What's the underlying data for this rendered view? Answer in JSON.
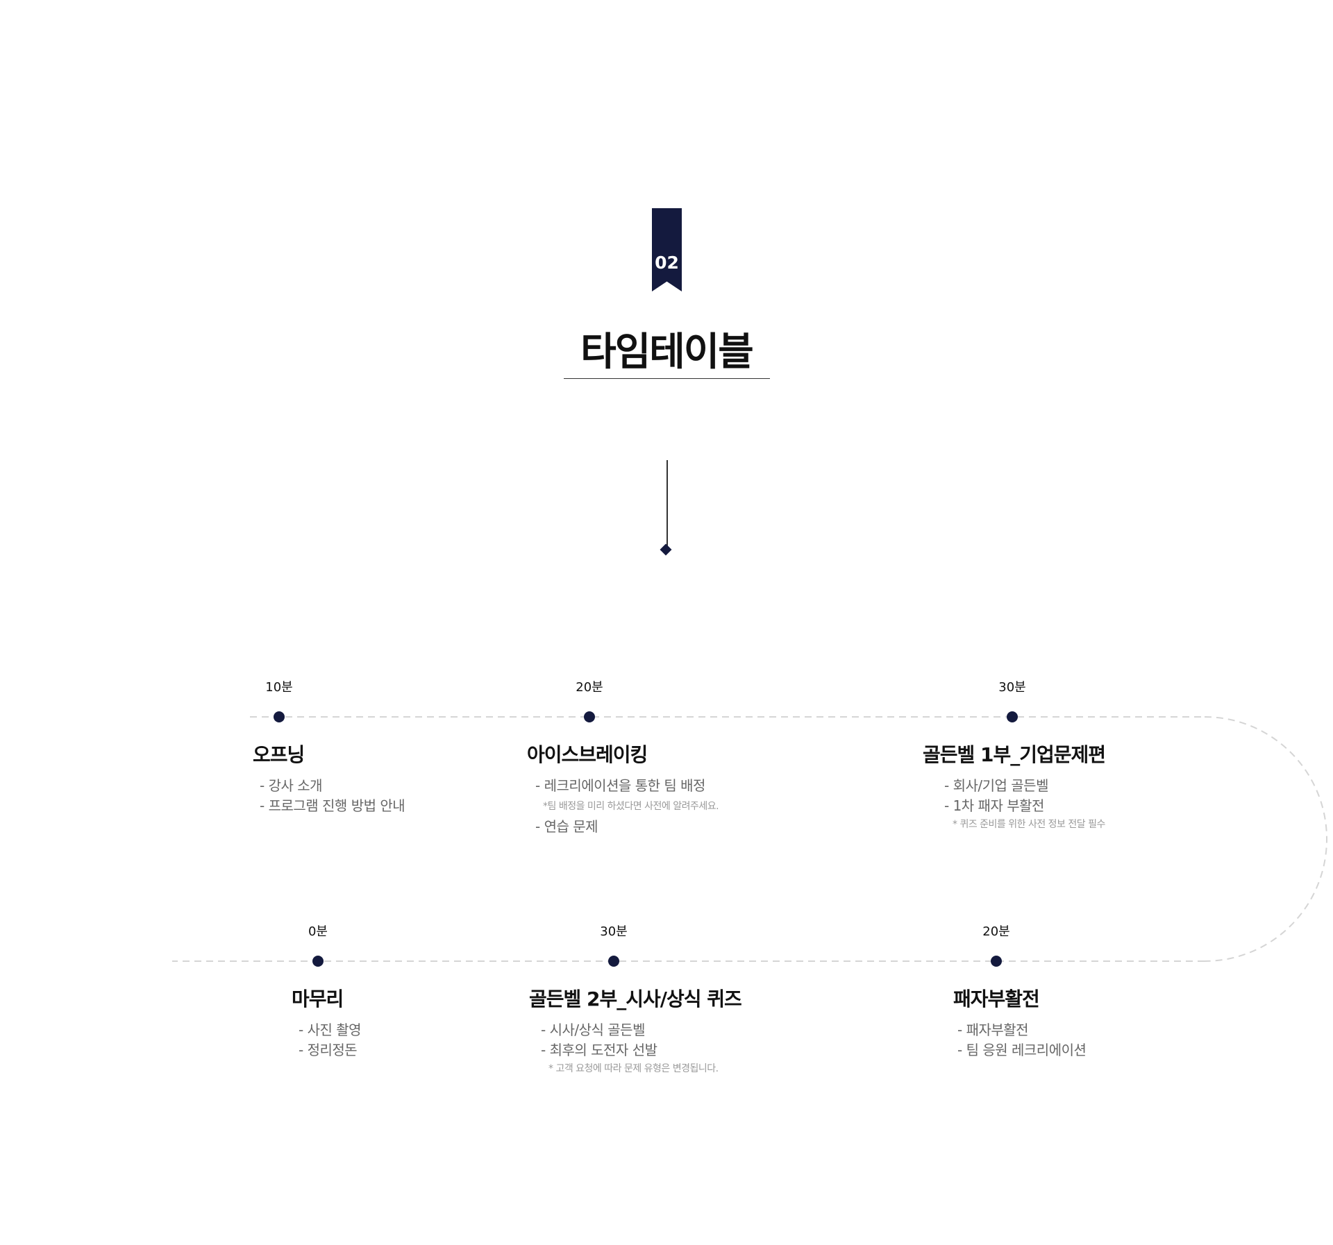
{
  "section": {
    "number": "02",
    "title": "타임테이블"
  },
  "colors": {
    "navy": "#141a3e",
    "track_dash": "#d5d5d5",
    "detail_text": "#666666",
    "note_text": "#9a9a9a"
  },
  "timeline": {
    "top_row": [
      {
        "duration": "10분",
        "title": "오프닝",
        "lines": [
          "- 강사  소개",
          "- 프로그램 진행 방법 안내"
        ],
        "notes": []
      },
      {
        "duration": "20분",
        "title": "아이스브레이킹",
        "lines": [
          "- 레크리에이션을 통한 팀 배정",
          "- 연습 문제"
        ],
        "notes": [
          "*팀 배정을 미리 하셨다면 사전에 알려주세요."
        ]
      },
      {
        "duration": "30분",
        "title": "골든벨 1부_기업문제편",
        "lines": [
          "- 회사/기업 골든벨",
          "- 1차 패자 부활전"
        ],
        "notes": [
          "* 퀴즈 준비를 위한 사전 정보 전달 필수"
        ]
      }
    ],
    "bottom_row": [
      {
        "duration": "0분",
        "title": "마무리",
        "lines": [
          "- 사진 촬영",
          "- 정리정돈"
        ],
        "notes": []
      },
      {
        "duration": "30분",
        "title": "골든벨 2부_시사/상식 퀴즈",
        "lines": [
          "- 시사/상식  골든벨",
          "- 최후의  도전자  선발"
        ],
        "notes": [
          "* 고객 요청에 따라 문제 유형은 변경됩니다."
        ]
      },
      {
        "duration": "20분",
        "title": "패자부활전",
        "lines": [
          "- 패자부활전",
          "- 팀 응원 레크리에이션"
        ],
        "notes": []
      }
    ]
  }
}
